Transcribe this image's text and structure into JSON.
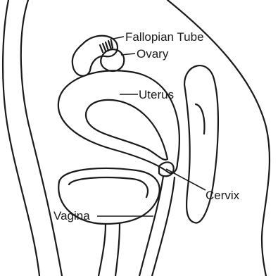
{
  "labels": {
    "fallopian_tube": "Fallopian Tube",
    "ovary": "Ovary",
    "uterus": "Uterus",
    "cervix": "Cervix",
    "vagina": "Vagina"
  }
}
